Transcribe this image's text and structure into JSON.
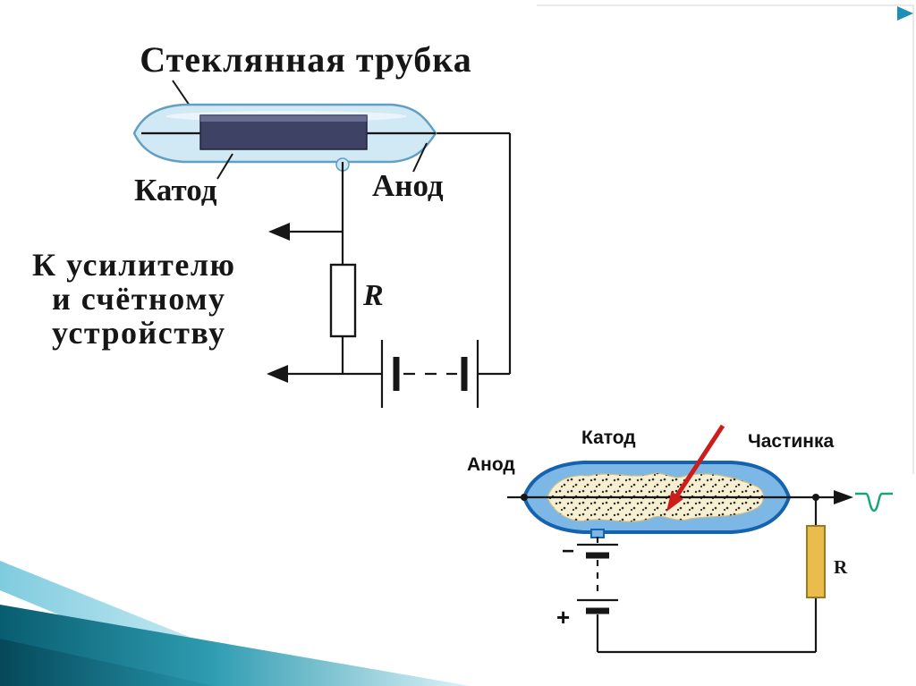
{
  "slide": {
    "background": "#ffffff",
    "colors": {
      "diagram_line": "#161616",
      "tube_fill_top": "#cde7f4",
      "tube_stroke_top": "#639fc1",
      "cathode_fill": "#3e4366",
      "tube_fill_bottom": "#7db7e5",
      "tube_stroke_bottom": "#1563ae",
      "gas_fill": "#f6efd2",
      "gas_stroke": "#cfc08a",
      "resistor_fill_bottom": "#eabc4e",
      "resistor_stroke_bottom": "#9a7a1e",
      "particle_arrow": "#cc1d1d",
      "pulse_green": "#17a673",
      "corner_teal_dark": "#085d70",
      "corner_teal_mid": "#2f9cb1",
      "corner_teal_light": "#dff3f9",
      "corner_accent": "#1e8fb5"
    }
  },
  "top_diagram": {
    "title": "Стеклянная трубка",
    "cathode_label": "Катод",
    "anode_label": "Анод",
    "amplifier_text": {
      "line1": "К усилителю",
      "line2": "и счётному",
      "line3": "устройству"
    },
    "resistor_label": "R"
  },
  "bottom_diagram": {
    "anode_label": "Анод",
    "cathode_label": "Катод",
    "particle_label": "Частинка",
    "resistor_label": "R",
    "plus_label": "+",
    "minus_label": "−"
  }
}
